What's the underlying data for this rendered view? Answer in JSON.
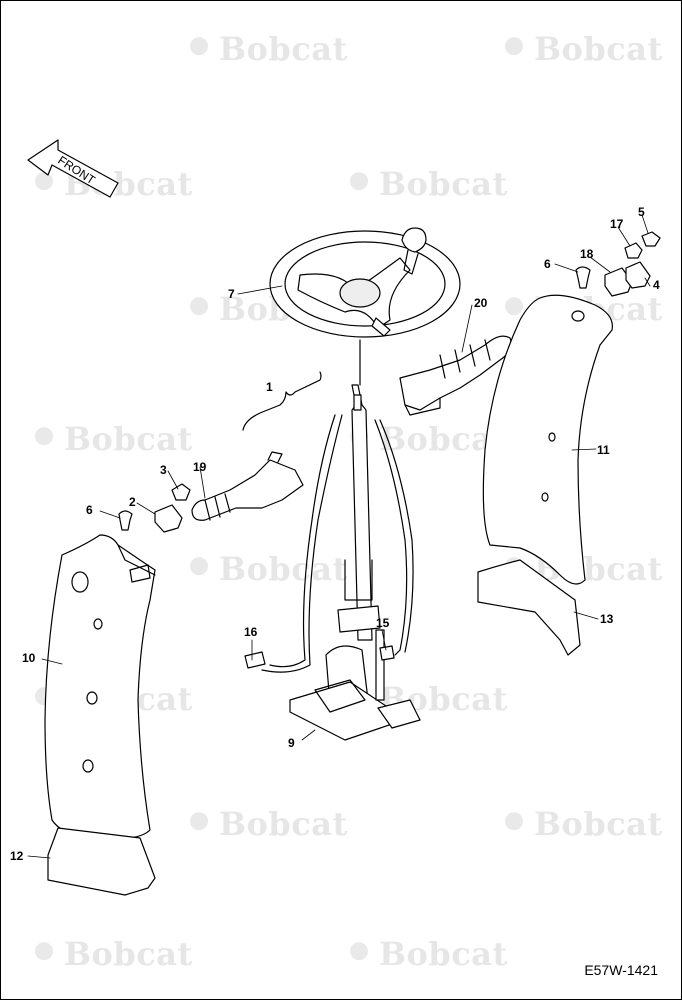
{
  "watermark": "Bobcat",
  "front_label": "FRONT",
  "drawing_code": "E57W-1421",
  "callouts": [
    "1",
    "2",
    "3",
    "4",
    "5",
    "6",
    "6",
    "7",
    "9",
    "10",
    "11",
    "12",
    "13",
    "15",
    "16",
    "17",
    "18",
    "19",
    "20"
  ]
}
